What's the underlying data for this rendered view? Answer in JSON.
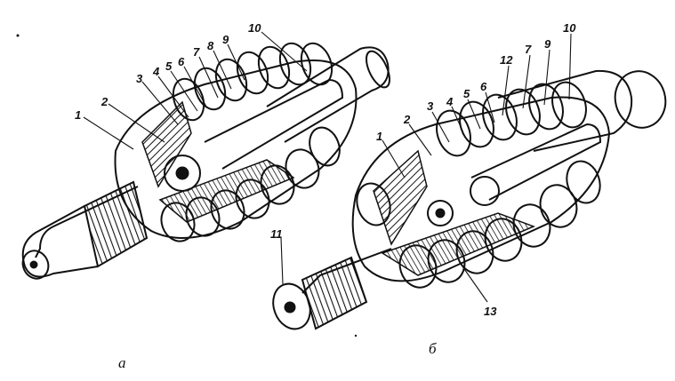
{
  "figure": {
    "assembly_a": {
      "caption": "а",
      "callouts": [
        "1",
        "2",
        "3",
        "4",
        "5",
        "6",
        "7",
        "8",
        "9",
        "10"
      ]
    },
    "assembly_b": {
      "caption": "б",
      "callouts": [
        "1",
        "2",
        "3",
        "4",
        "5",
        "6",
        "12",
        "7",
        "9",
        "10",
        "11",
        "13"
      ]
    }
  },
  "colors": {
    "ink": "#111111",
    "paper": "#ffffff"
  }
}
